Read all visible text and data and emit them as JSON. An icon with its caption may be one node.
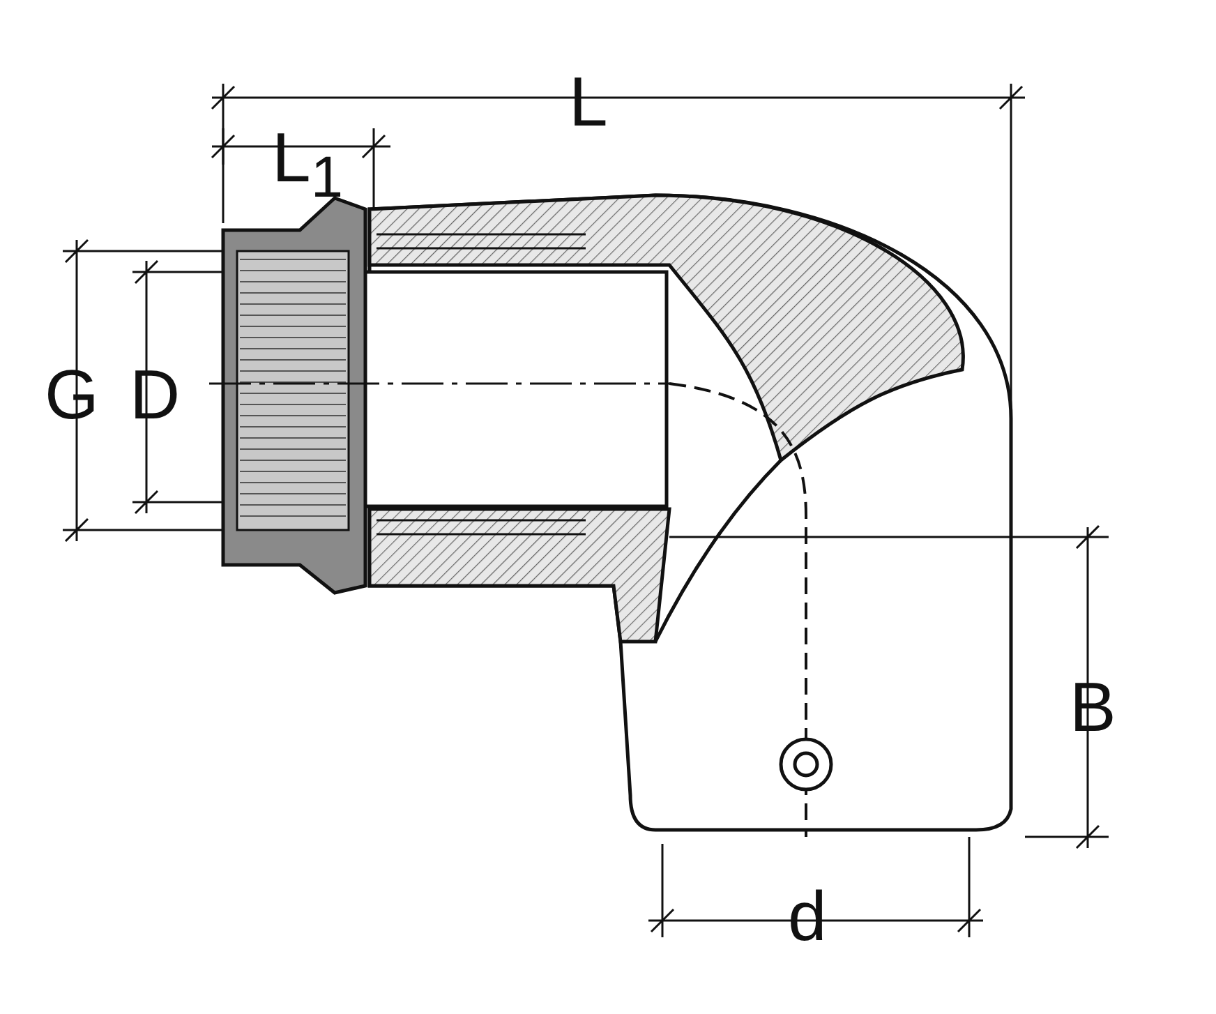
{
  "diagram": {
    "labels": [
      "L",
      "L$_{1}$",
      "G",
      "D",
      "B",
      "d"
    ]
  }
}
